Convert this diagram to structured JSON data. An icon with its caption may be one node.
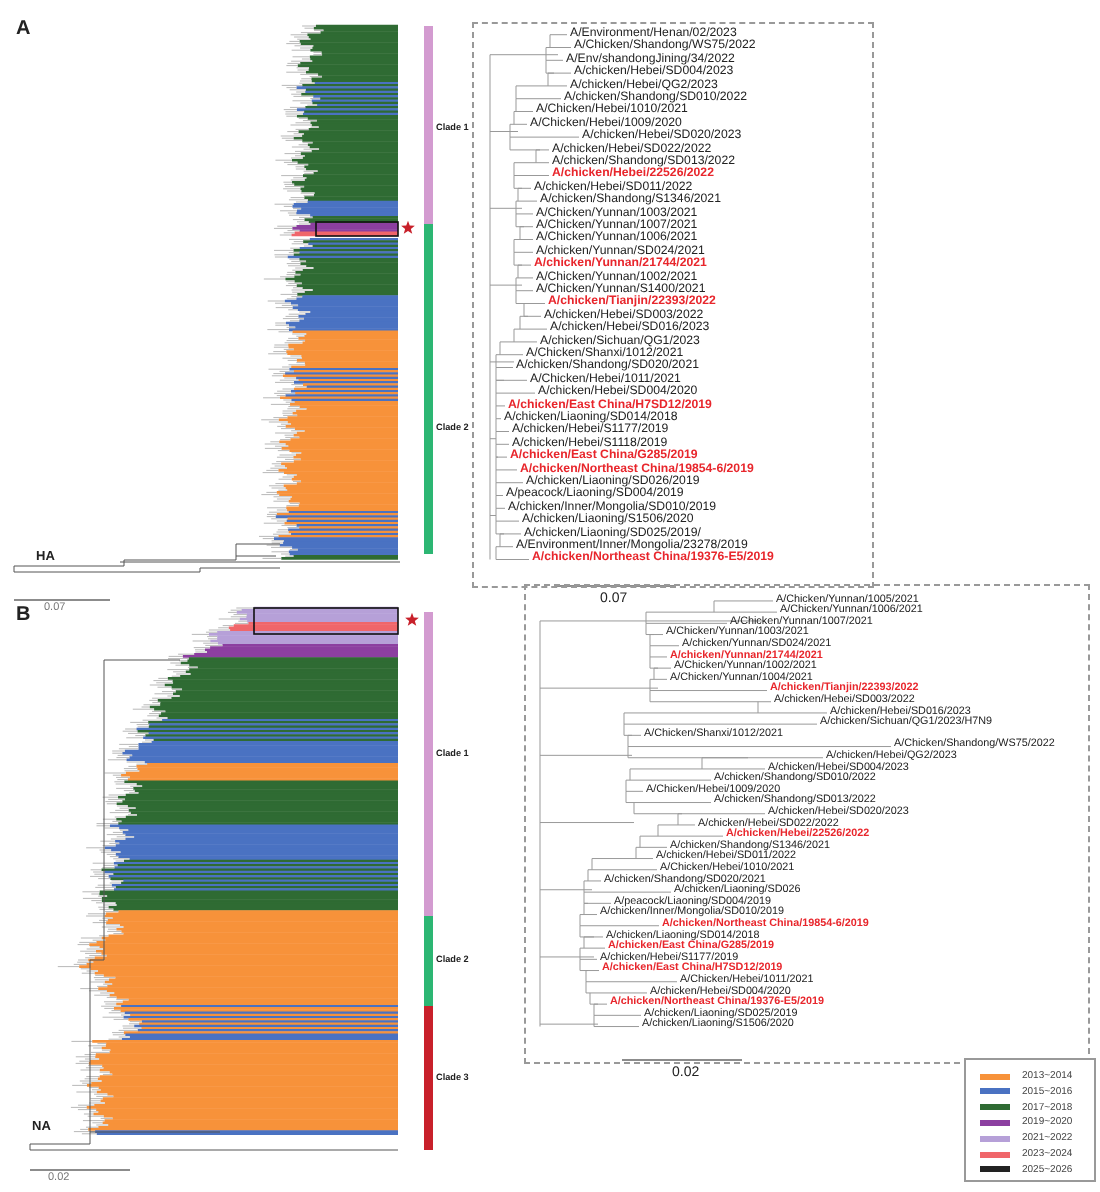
{
  "diagram": {
    "labels": [
      "A",
      "Clade 1",
      "Clade 2",
      "HA",
      "0.07",
      "A/Environment/Henan/02/2023",
      "A/Chicken/Shandong/WS75/2022",
      "A/Env/shandongJining/34/2022",
      "A/chicken/Hebei/SD004/2023",
      "A/chicken/Hebei/QG2/2023",
      "A/chicken/Shandong/SD010/2022",
      "A/Chicken/Hebei/1010/2021",
      "A/Chicken/Hebei/1009/2020",
      "A/chicken/Hebei/SD020/2023",
      "A/chicken/Hebei/SD022/2022",
      "A/chicken/Shandong/SD013/2022",
      "A/chicken/Hebei/22526/2022",
      "A/chicken/Hebei/SD011/2022",
      "A/chicken/Shandong/S1346/2021",
      "A/Chicken/Yunnan/1003/2021",
      "A/Chicken/Yunnan/1007/2021",
      "A/Chicken/Yunnan/1006/2021",
      "A/chicken/Yunnan/SD024/2021",
      "A/chicken/Yunnan/21744/2021",
      "A/Chicken/Yunnan/1002/2021",
      "A/Chicken/Yunnan/S1400/2021",
      "A/chicken/Tianjin/22393/2022",
      "A/chicken/Hebei/SD003/2022",
      "A/chicken/Hebei/SD016/2023",
      "A/chicken/Sichuan/QG1/2023",
      "A/Chicken/Shanxi/1012/2021",
      "A/chicken/Shandong/SD020/2021",
      "A/Chicken/Hebei/1011/2021",
      "A/chicken/Hebei/SD004/2020",
      "A/chicken/East China/H7SD12/2019",
      "A/chicken/Liaoning/SD014/2018",
      "A/chicken/Hebei/S1177/2019",
      "A/chicken/Hebei/S1118/2019",
      "A/chicken/East China/G285/2019",
      "A/chicken/Northeast China/19854-6/2019",
      "A/chicken/Liaoning/SD026/2019",
      "A/peacock/Liaoning/SD004/2019",
      "A/chicken/Inner/Mongolia/SD010/2019",
      "A/chicken/Liaoning/S1506/2020",
      "A/chicken/Liaoning/SD025/2019/",
      "A/Environment/Inner/Mongolia/23278/2019",
      "A/chicken/Northeast China/19376-E5/2019",
      "0.07",
      "B",
      "Clade 1",
      "Clade 2",
      "Clade 3",
      "NA",
      "0.02",
      "A/Chicken/Yunnan/1005/2021",
      "A/Chicken/Yunnan/1006/2021",
      "A/Chicken/Yunnan/1007/2021",
      "A/Chicken/Yunnan/1003/2021",
      "A/chicken/Yunnan/SD024/2021",
      "A/chicken/Yunnan/21744/2021",
      "A/Chicken/Yunnan/1002/2021",
      "A/Chicken/Yunnan/1004/2021",
      "A/chicken/Tianjin/22393/2022",
      "A/chicken/Hebei/SD003/2022",
      "A/chicken/Hebei/SD016/2023",
      "A/chicken/Sichuan/QG1/2023/H7N9",
      "A/Chicken/Shanxi/1012/2021",
      "A/Chicken/Shandong/WS75/2022",
      "A/chicken/Hebei/QG2/2023",
      "A/chicken/Hebei/SD004/2023",
      "A/chicken/Shandong/SD010/2022",
      "A/Chicken/Hebei/1009/2020",
      "A/chicken/Shandong/SD013/2022",
      "A/chicken/Hebei/SD020/2023",
      "A/chicken/Hebei/SD022/2022",
      "A/chicken/Hebei/22526/2022",
      "A/chicken/Shandong/S1346/2021",
      "A/chicken/Hebei/SD011/2022",
      "A/Chicken/Hebei/1010/2021",
      "A/chicken/Shandong/SD020/2021",
      "A/chicken/Liaoning/SD026",
      "A/peacock/Liaoning/SD004/2019",
      "A/chicken/Inner/Mongolia/SD010/2019",
      "A/chicken/Northeast China/19854-6/2019",
      "A/chicken/Liaoning/SD014/2018",
      "A/chicken/East China/G285/2019",
      "A/chicken/Hebei/S1177/2019",
      "A/chicken/East China/H7SD12/2019",
      "A/Chicken/Hebei/1011/2021",
      "A/chicken/Hebei/SD004/2020",
      "A/chicken/Northeast China/19376-E5/2019",
      "A/chicken/Liaoning/SD025/2019",
      "A/chicken/Liaoning/S1506/2020",
      "0.02"
    ],
    "legend": [
      {
        "text": "2013~2014",
        "color": "#f7923a"
      },
      {
        "text": "2015~2016",
        "color": "#4a72c2"
      },
      {
        "text": "2017~2018",
        "color": "#2f6b33"
      },
      {
        "text": "2019~2020",
        "color": "#8c3fa0"
      },
      {
        "text": "2021~2022",
        "color": "#b6a0d8"
      },
      {
        "text": "2023~2024",
        "color": "#f0666a"
      },
      {
        "text": "2025~2026",
        "color": "#222222"
      }
    ]
  }
}
